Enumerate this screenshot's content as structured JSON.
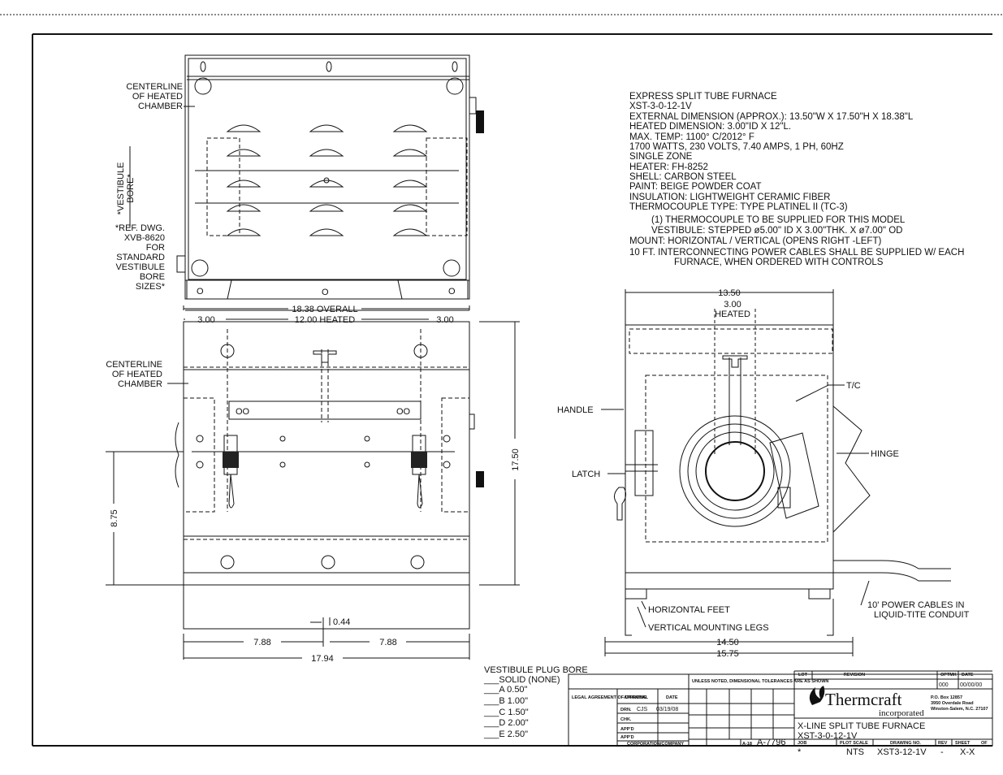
{
  "specs": [
    "EXPRESS SPLIT TUBE FURNACE",
    "XST-3-0-12-1V",
    "EXTERNAL DIMENSION (APPROX.): 13.50\"W X 17.50\"H X 18.38\"L",
    "HEATED DIMENSION: 3.00\"ID X 12\"L.",
    "MAX. TEMP: 1100° C/2012° F",
    "1700 WATTS, 230 VOLTS, 7.40 AMPS, 1 PH, 60HZ",
    "SINGLE ZONE",
    "HEATER: FH-8252",
    "SHELL: CARBON STEEL",
    "PAINT: BEIGE POWDER COAT",
    "INSULATION: LIGHTWEIGHT CERAMIC FIBER",
    "THERMOCOUPLE TYPE: TYPE PLATINEL II (TC-3)",
    "(1) THERMOCOUPLE TO BE SUPPLIED FOR THIS MODEL",
    "VESTIBULE: STEPPED ø5.00\" ID X 3.00\"THK. X ø7.00\" OD",
    "MOUNT: HORIZONTAL / VERTICAL  (OPENS RIGHT -LEFT)",
    "10 FT. INTERCONNECTING POWER CABLES SHALL BE SUPPLIED W/ EACH",
    "FURNACE, WHEN ORDERED WITH CONTROLS"
  ],
  "labels": {
    "centerline_top": [
      "CENTERLINE",
      "OF HEATED",
      "CHAMBER"
    ],
    "centerline_front": [
      "CENTERLINE",
      "OF HEATED",
      "CHAMBER"
    ],
    "vestibule_bore": [
      "*VESTIBULE",
      "BORE*"
    ],
    "ref_dwg": [
      "*REF. DWG.",
      "XVB-8620",
      "FOR",
      "STANDARD",
      "VESTIBULE",
      "BORE",
      "SIZES*"
    ],
    "handle": "HANDLE",
    "latch": "LATCH",
    "tc": "T/C",
    "hinge": "HINGE",
    "horizontal_feet": "HORIZONTAL FEET",
    "vertical_legs": "VERTICAL MOUNTING LEGS",
    "power_cables": [
      "10' POWER CABLES IN",
      "LIQUID-TITE CONDUIT"
    ],
    "top_view_o": "O",
    "front_view_oo": "OO"
  },
  "dims": {
    "overall": "18.38 OVERALL",
    "heated": "12.00 HEATED",
    "left_3": "3.00",
    "right_3": "3.00",
    "height": "17.50",
    "half_height": "8.75",
    "gap": "0.44",
    "left_788": "7.88",
    "right_788": "7.88",
    "bottom_total": "17.94",
    "side_width": "13.50",
    "side_heated_val": "3.00",
    "side_heated_lbl": "HEATED",
    "side_1450": "14.50",
    "side_1575": "15.75"
  },
  "bore_table": {
    "title": "VESTIBULE PLUG BORE",
    "rows": [
      "___SOLID (NONE)",
      "___A 0.50\"",
      "___B 1.00\"",
      "___C 1.50\"",
      "___D 2.00\"",
      "___E 2.50\""
    ]
  },
  "title_block": {
    "company": "Thermcraft",
    "company_sub": "incorporated",
    "address": [
      "P.O. Box 12857",
      "3950 Overdale Road",
      "Winston-Salem, N.C. 27107"
    ],
    "drawing_title": "X-LINE SPLIT TUBE FURNACE",
    "drawing_model": "XST-3-0-12-1V",
    "drawn_by": "CJS",
    "drawn_date": "03/19/08",
    "rev_code": "000",
    "rev_date": "00/00/00",
    "job": "*",
    "plot_scale": "NTS",
    "drawing_no": "XST3-12-1V",
    "rev": "-",
    "sheet": "X-X",
    "size_code": "A-18",
    "ref_no": "A-7796",
    "dwn": "DRN.",
    "chk": "CHK.",
    "appd1": "APP'D",
    "appd2": "APP'D",
    "approval": "APPROVAL",
    "date": "DATE",
    "corp": "CORPORATION/COMPANY",
    "legal": "LEGAL AGREEMENT OF DRAWING",
    "tol_header": "UNLESS NOTED, DIMENSIONAL TOLERANCES ARE AS SHOWN",
    "lot": "LOT",
    "revision": "REVISION",
    "optmk": "OPTMK",
    "date2": "DATE",
    "job_lbl": "JOB",
    "plot_lbl": "PLOT SCALE",
    "dwgno_lbl": "DRAWING NO.",
    "rev_lbl": "REV",
    "sheet_lbl": "SHEET",
    "of_lbl": "OF"
  }
}
